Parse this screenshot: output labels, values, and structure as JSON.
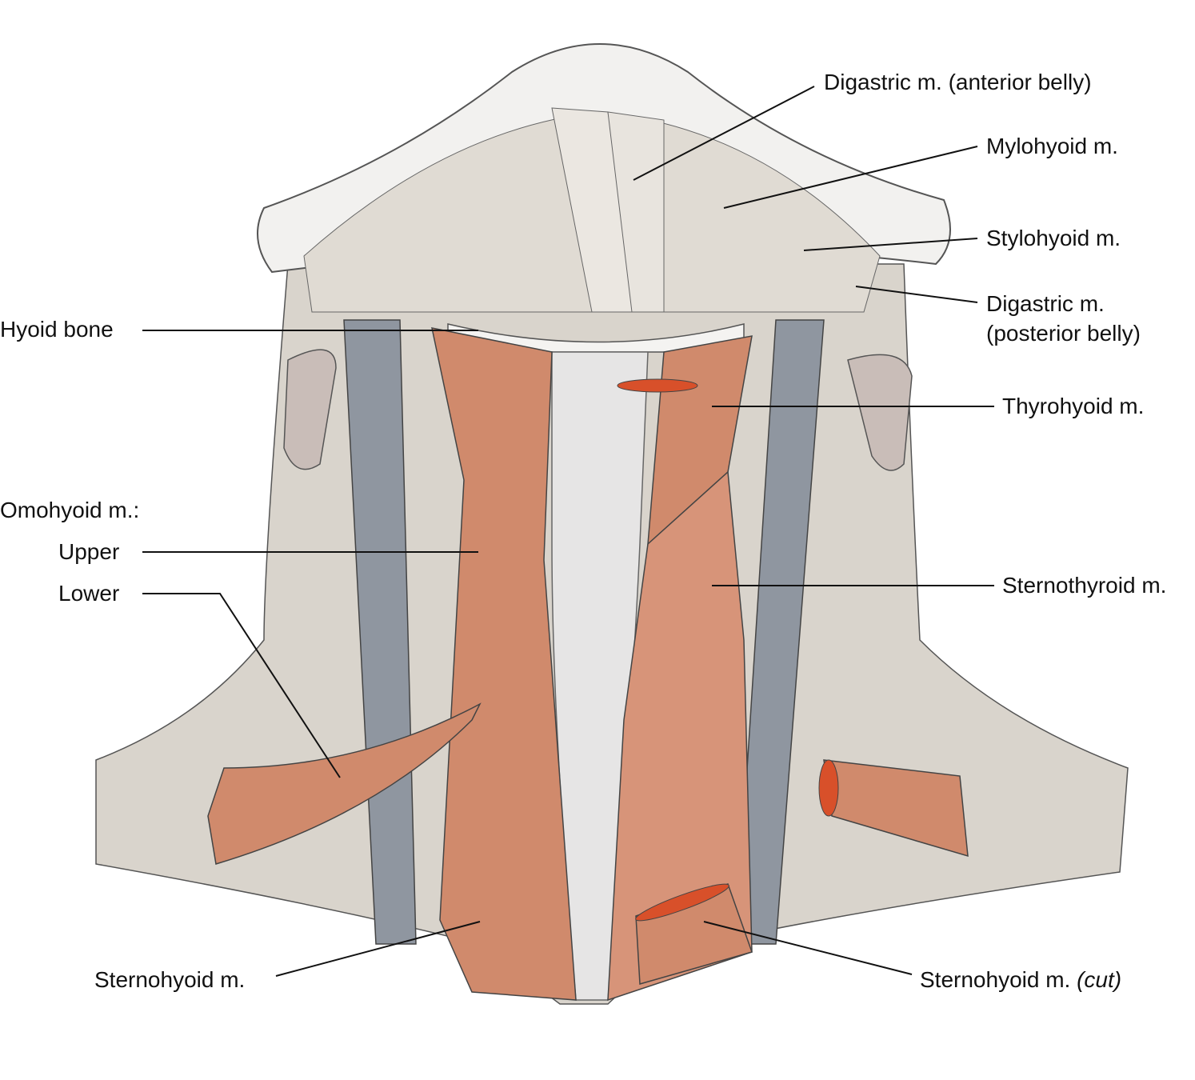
{
  "labels": {
    "digastric_anterior": "Digastric m. (anterior belly)",
    "mylohyoid": "Mylohyoid m.",
    "stylohyoid": "Stylohyoid m.",
    "digastric_posterior_1": "Digastric m.",
    "digastric_posterior_2": "(posterior belly)",
    "hyoid_bone": "Hyoid bone",
    "thyrohyoid": "Thyrohyoid m.",
    "omohyoid": "Omohyoid m.:",
    "omohyoid_upper": "Upper",
    "omohyoid_lower": "Lower",
    "sternothyroid": "Sternothyroid m.",
    "sternohyoid": "Sternohyoid m.",
    "sternohyoid_cut": "Sternohyoid m.",
    "sternohyoid_cut_note": "(cut)"
  },
  "colors": {
    "muscle": "#d08a6c",
    "muscle_cut": "#d8502a",
    "vessel": "#8f96a0",
    "background_muscle": "#d9d4cc",
    "bone": "#f2f1ef"
  }
}
